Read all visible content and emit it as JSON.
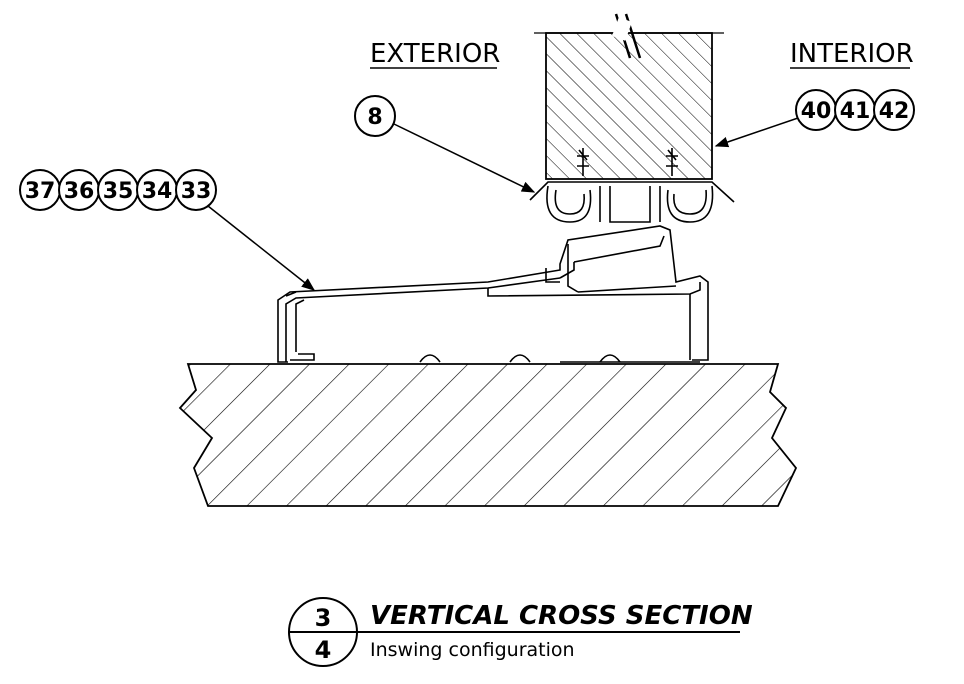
{
  "labels": {
    "exterior": "EXTERIOR",
    "interior": "INTERIOR"
  },
  "callouts": {
    "left_group": [
      "37",
      "36",
      "35",
      "34",
      "33"
    ],
    "exterior_item": "8",
    "interior_group": [
      "40",
      "41",
      "42"
    ]
  },
  "title_block": {
    "detail_number": "3",
    "sheet_number": "4",
    "title": "VERTICAL CROSS SECTION",
    "subtitle": "Inswing configuration"
  }
}
